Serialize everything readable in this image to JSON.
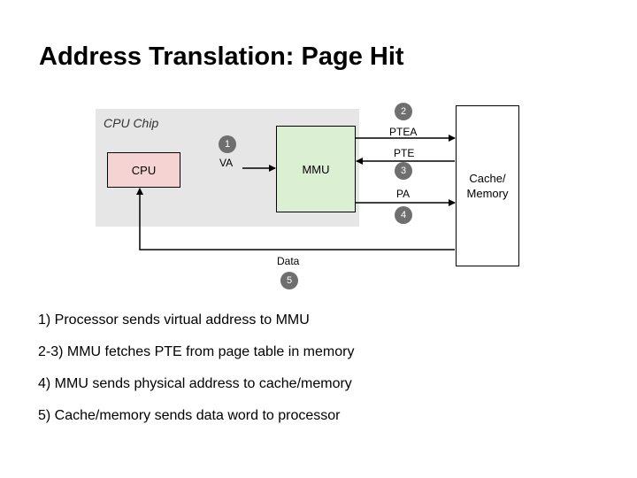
{
  "title": "Address Translation: Page Hit",
  "chip_label": "CPU Chip",
  "cpu_label": "CPU",
  "mmu_label": "MMU",
  "memory_label_line1": "Cache/",
  "memory_label_line2": "Memory",
  "steps": {
    "s1": "1",
    "s2": "2",
    "s3": "3",
    "s4": "4",
    "s5": "5"
  },
  "signals": {
    "va": "VA",
    "ptea": "PTEA",
    "pte": "PTE",
    "pa": "PA",
    "data": "Data"
  },
  "bullets": [
    "1) Processor sends virtual address to MMU",
    "2-3) MMU fetches PTE from page table in memory",
    "4) MMU sends physical address to cache/memory",
    "5) Cache/memory sends data word to processor"
  ],
  "colors": {
    "cpu_fill": "#f6d3d3",
    "mmu_fill": "#dbefd2",
    "chip_fill": "#e6e6e6",
    "step_circle": "#6f6f6f"
  }
}
